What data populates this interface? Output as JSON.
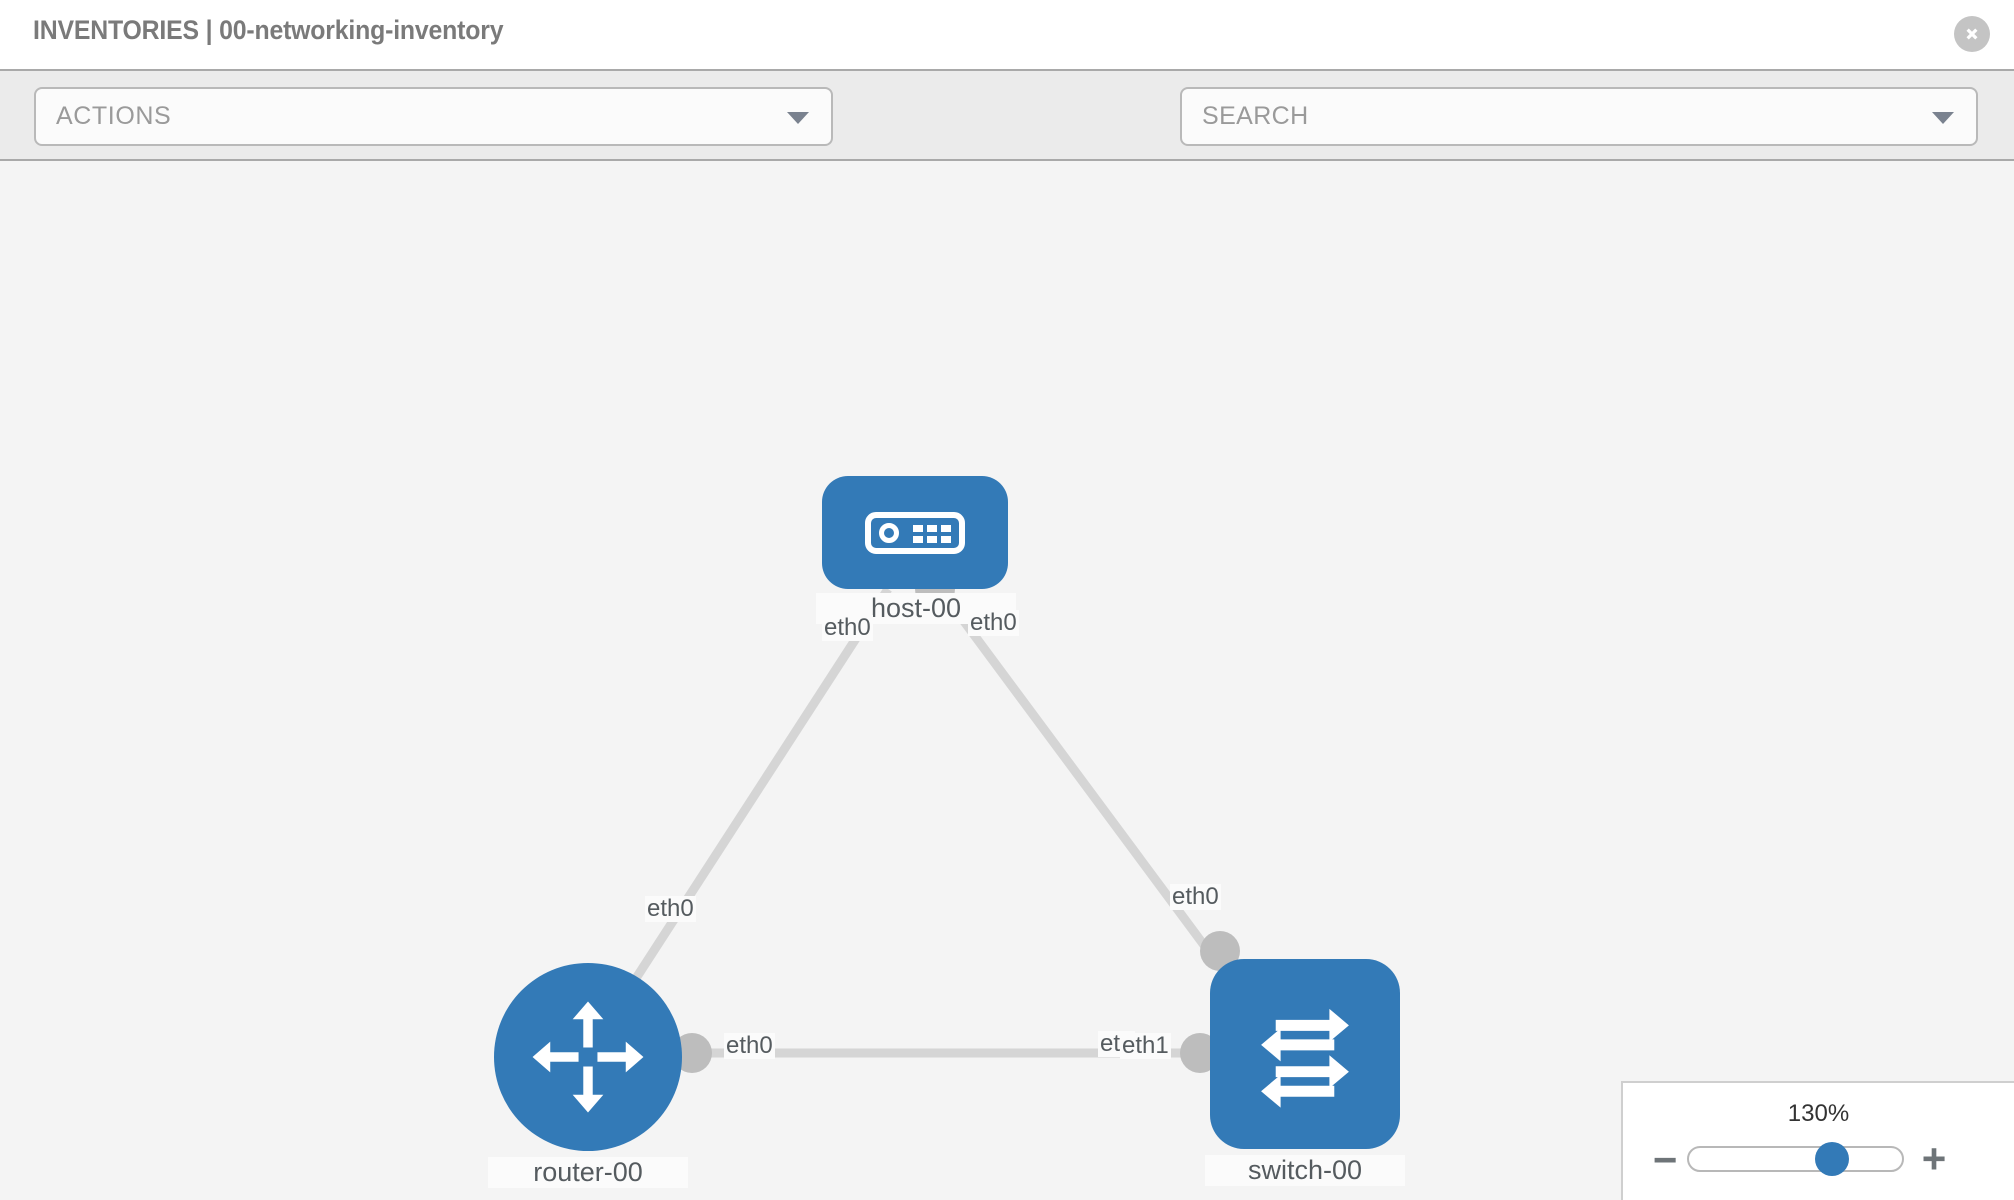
{
  "header": {
    "title": "INVENTORIES | 00-networking-inventory",
    "close_icon": "close-circle-icon"
  },
  "toolbar": {
    "actions_label": "ACTIONS",
    "actions_caret_icon": "chevron-down-icon",
    "wrench_icon": "wrench-icon",
    "key_icon": "key-icon",
    "search_placeholder": "SEARCH",
    "search_value": "",
    "search_caret_icon": "chevron-down-icon"
  },
  "topology": {
    "accent_color": "#337ab7",
    "port_color": "#bdbdbd",
    "link_color": "#d5d5d5",
    "canvas_color": "#f4f4f4",
    "nodes": [
      {
        "id": "host-00",
        "label": "host-00",
        "icon": "server-icon",
        "shape": "rounded-rect"
      },
      {
        "id": "router-00",
        "label": "router-00",
        "icon": "router-icon",
        "shape": "circle"
      },
      {
        "id": "switch-00",
        "label": "switch-00",
        "icon": "switch-icon",
        "shape": "rounded-square"
      }
    ],
    "edge_labels": [
      {
        "id": "host-left",
        "text": "eth0"
      },
      {
        "id": "host-right",
        "text": "eth0"
      },
      {
        "id": "router-up",
        "text": "eth0"
      },
      {
        "id": "switch-up",
        "text": "eth0"
      },
      {
        "id": "router-right",
        "text": "eth0"
      },
      {
        "id": "switch-left-under",
        "text": "eth"
      },
      {
        "id": "switch-left",
        "text": "eth1"
      }
    ]
  },
  "zoom_control": {
    "value_label": "130%",
    "minus_label": "−",
    "plus_label": "+",
    "thumb_position_percent": 67
  }
}
